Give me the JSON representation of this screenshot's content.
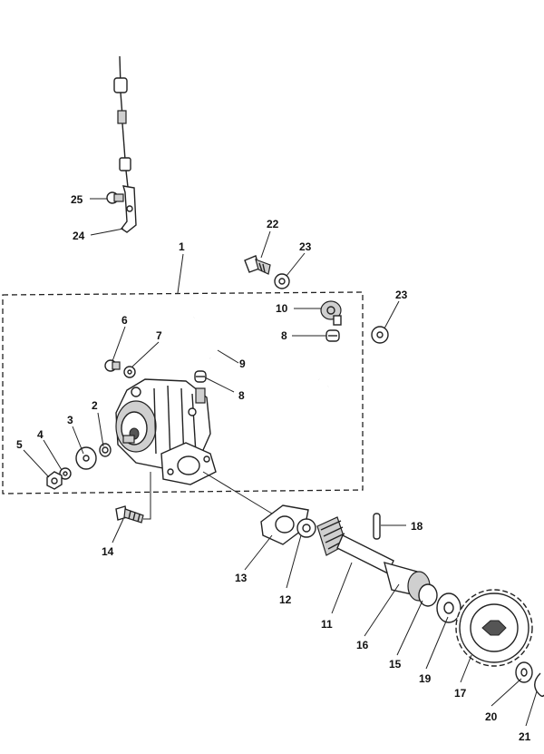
{
  "callouts": [
    {
      "id": "c1",
      "text": "1"
    },
    {
      "id": "c2",
      "text": "2"
    },
    {
      "id": "c3",
      "text": "3"
    },
    {
      "id": "c4",
      "text": "4"
    },
    {
      "id": "c5",
      "text": "5"
    },
    {
      "id": "c6",
      "text": "6"
    },
    {
      "id": "c7",
      "text": "7"
    },
    {
      "id": "c8a",
      "text": "8"
    },
    {
      "id": "c8b",
      "text": "8"
    },
    {
      "id": "c9",
      "text": "9"
    },
    {
      "id": "c10",
      "text": "10"
    },
    {
      "id": "c11",
      "text": "11"
    },
    {
      "id": "c12",
      "text": "12"
    },
    {
      "id": "c13",
      "text": "13"
    },
    {
      "id": "c14",
      "text": "14"
    },
    {
      "id": "c15",
      "text": "15"
    },
    {
      "id": "c16",
      "text": "16"
    },
    {
      "id": "c17",
      "text": "17"
    },
    {
      "id": "c18",
      "text": "18"
    },
    {
      "id": "c19",
      "text": "19"
    },
    {
      "id": "c20",
      "text": "20"
    },
    {
      "id": "c21",
      "text": "21"
    },
    {
      "id": "c22",
      "text": "22"
    },
    {
      "id": "c23a",
      "text": "23"
    },
    {
      "id": "c23b",
      "text": "23"
    },
    {
      "id": "c24",
      "text": "24"
    },
    {
      "id": "c25",
      "text": "25"
    }
  ]
}
